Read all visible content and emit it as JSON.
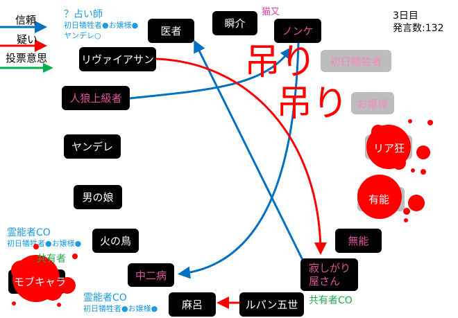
{
  "legend": [
    {
      "label": "信頼",
      "color": "#0070c0"
    },
    {
      "label": "疑い",
      "color": "#ff0000"
    },
    {
      "label": "投票意思",
      "color": "#00b050"
    }
  ],
  "status": {
    "day": "3日目",
    "posts": "発言数:132"
  },
  "annotations": {
    "seer_title": "？占い師",
    "seer_line1": "初日犠牲者●お嬢様●",
    "seer_line2": "ヤンデレ○",
    "nekomata": "猫又",
    "medium1_title": "霊能者CO",
    "medium1_line": "初日犠牲者●お嬢様●",
    "medium2_title": "霊能者CO",
    "medium2_line": "初日犠牲者●お嬢様●",
    "mason": "共有者",
    "mason_co": "共有者CO"
  },
  "nodes": {
    "isha": "医者",
    "shunsuke": "瞬介",
    "nonke": "ノンケ",
    "leviathan": "リヴァイアサン",
    "jinro": "人狼上級者",
    "yandere": "ヤンデレ",
    "otokonoko": "男の娘",
    "hinotori": "火の鳥",
    "mob": "モブキャラ",
    "chuni": "中二病",
    "maro": "麻呂",
    "lupin": "ルパン五世",
    "sabishi1": "寂しがり",
    "sabishi2": "屋さん",
    "munou": "無能"
  },
  "dead": {
    "hanged1": "初日犠牲者",
    "hanged2": "お嬢様",
    "hang_mark": "吊り",
    "killed1": "リア狂",
    "killed2": "有能"
  }
}
